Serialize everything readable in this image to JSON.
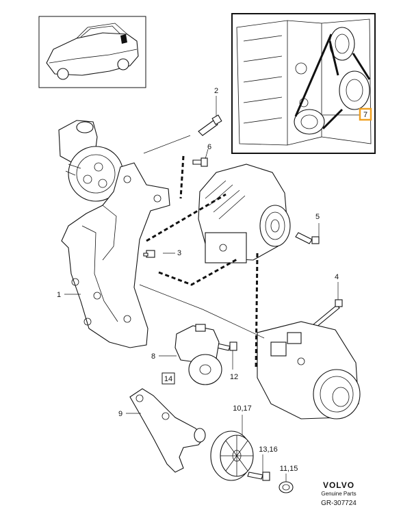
{
  "callouts": {
    "c1": "1",
    "c2": "2",
    "c3": "3",
    "c4": "4",
    "c5": "5",
    "c6": "6",
    "c7": "7",
    "c8": "8",
    "c9": "9",
    "c10_17": "10,17",
    "c11_15": "11,15",
    "c12": "12",
    "c13_16": "13,16",
    "c14": "14"
  },
  "footer": {
    "brand": "VOLVO",
    "genuine": "Genuine Parts",
    "ref": "GR-307724"
  },
  "colors": {
    "highlight": "#f0a020",
    "line": "#111111"
  }
}
